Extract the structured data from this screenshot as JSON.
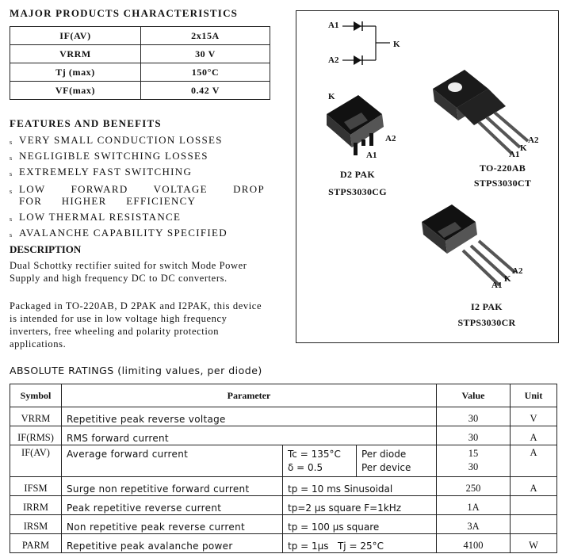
{
  "major": {
    "heading": "MAJOR PRODUCTS CHARACTERISTICS",
    "rows": [
      {
        "param": "IF(AV)",
        "value": "2x15A"
      },
      {
        "param": "VRRM",
        "value": "30 V"
      },
      {
        "param": "Tj (max)",
        "value": "150°C"
      },
      {
        "param": "VF(max)",
        "value": "0.42 V"
      }
    ]
  },
  "features": {
    "heading": "FEATURES AND BENEFITS",
    "bullet": "s",
    "items": [
      "VERY SMALL CONDUCTION LOSSES",
      "NEGLIGIBLE SWITCHING LOSSES",
      "EXTREMELY FAST SWITCHING",
      "LOW FORWARD VOLTAGE DROP FOR HIGHER EFFICIENCY",
      "LOW THERMAL RESISTANCE",
      "AVALANCHE CAPABILITY SPECIFIED"
    ]
  },
  "description": {
    "heading": "DESCRIPTION",
    "para1": "Dual Schottky rectifier suited for switch Mode Power Supply and high frequency DC to DC converters.",
    "para2": "Packaged in TO-220AB, D 2PAK and I2PAK, this device is intended for use in low voltage high frequency inverters, free wheeling and polarity protection applications."
  },
  "schematic": {
    "a1": "A1",
    "a2": "A2",
    "k": "K"
  },
  "packages": {
    "d2pak": {
      "name": "D2 PAK",
      "part": "STPS3030CG",
      "pin_k": "K",
      "pin_a1": "A1",
      "pin_a2": "A2"
    },
    "to220": {
      "name": "TO-220AB",
      "part": "STPS3030CT",
      "pin_k": "K",
      "pin_a1": "A1",
      "pin_a2": "A2"
    },
    "i2pak": {
      "name": "I2 PAK",
      "part": "STPS3030CR",
      "pin_k": "K",
      "pin_a1": "A1",
      "pin_a2": "A2"
    }
  },
  "ratings": {
    "heading": "ABSOLUTE RATINGS (limiting values, per diode)",
    "headers": {
      "symbol": "Symbol",
      "parameter": "Parameter",
      "value": "Value",
      "unit": "Unit"
    },
    "rows": [
      {
        "symbol": "VRRM",
        "parameter": "Repetitive peak reverse voltage",
        "value": "30",
        "unit": "V"
      },
      {
        "symbol": "IF(RMS)",
        "parameter": "RMS forward current",
        "value": "30",
        "unit": "A"
      },
      {
        "symbol": "IF(AV)",
        "parameter": "Average forward current",
        "cond_a": "Tc = 135°C",
        "cond_b": "δ = 0.5",
        "sub_a": "Per diode",
        "sub_b": "Per device",
        "value_a": "15",
        "value_b": "30",
        "unit": "A"
      },
      {
        "symbol": "IFSM",
        "parameter": "Surge non repetitive forward current",
        "condition": "tp = 10 ms Sinusoidal",
        "value": "250",
        "unit": "A"
      },
      {
        "symbol": "IRRM",
        "parameter": "Peak repetitive reverse current",
        "condition": "tp=2 µs square F=1kHz",
        "value": "1A",
        "unit": ""
      },
      {
        "symbol": "IRSM",
        "parameter": "Non repetitive peak reverse current",
        "condition": "tp = 100 µs square",
        "value": "3A",
        "unit": ""
      },
      {
        "symbol": "PARM",
        "parameter": "Repetitive peak avalanche power",
        "condition": "tp = 1µs   Tj = 25°C",
        "value": "4100",
        "unit": "W"
      }
    ]
  }
}
